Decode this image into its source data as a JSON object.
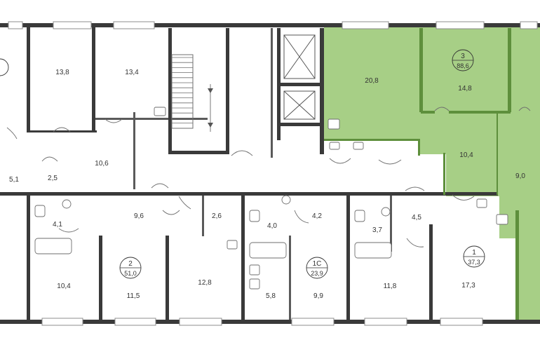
{
  "colors": {
    "highlight_fill": "#a7cf86",
    "highlight_wall": "#5e8f3c",
    "wall": "#3a3a3a",
    "background": "#ffffff"
  },
  "apartments": [
    {
      "id": "apt-3",
      "number": "3",
      "area": "88,6"
    },
    {
      "id": "apt-2",
      "number": "2",
      "area": "51,0"
    },
    {
      "id": "apt-1c",
      "number": "1С",
      "area": "23,9"
    },
    {
      "id": "apt-1",
      "number": "1",
      "area": "37,3"
    }
  ],
  "rooms": [
    {
      "id": "r-13-8",
      "area": "13,8"
    },
    {
      "id": "r-13-4",
      "area": "13,4"
    },
    {
      "id": "r-20-8",
      "area": "20,8"
    },
    {
      "id": "r-14-8",
      "area": "14,8"
    },
    {
      "id": "r-10-6",
      "area": "10,6"
    },
    {
      "id": "r-10-4-top",
      "area": "10,4"
    },
    {
      "id": "r-9-0",
      "area": "9,0"
    },
    {
      "id": "r-5-1",
      "area": "5,1"
    },
    {
      "id": "r-2-5",
      "area": "2,5"
    },
    {
      "id": "r-4-1",
      "area": "4,1"
    },
    {
      "id": "r-9-6",
      "area": "9,6"
    },
    {
      "id": "r-2-6",
      "area": "2,6"
    },
    {
      "id": "r-4-0",
      "area": "4,0"
    },
    {
      "id": "r-4-2",
      "area": "4,2"
    },
    {
      "id": "r-3-7",
      "area": "3,7"
    },
    {
      "id": "r-4-5",
      "area": "4,5"
    },
    {
      "id": "r-10-4-bottom",
      "area": "10,4"
    },
    {
      "id": "r-11-5",
      "area": "11,5"
    },
    {
      "id": "r-12-8",
      "area": "12,8"
    },
    {
      "id": "r-5-8",
      "area": "5,8"
    },
    {
      "id": "r-9-9",
      "area": "9,9"
    },
    {
      "id": "r-11-8",
      "area": "11,8"
    },
    {
      "id": "r-17-3",
      "area": "17,3"
    }
  ]
}
